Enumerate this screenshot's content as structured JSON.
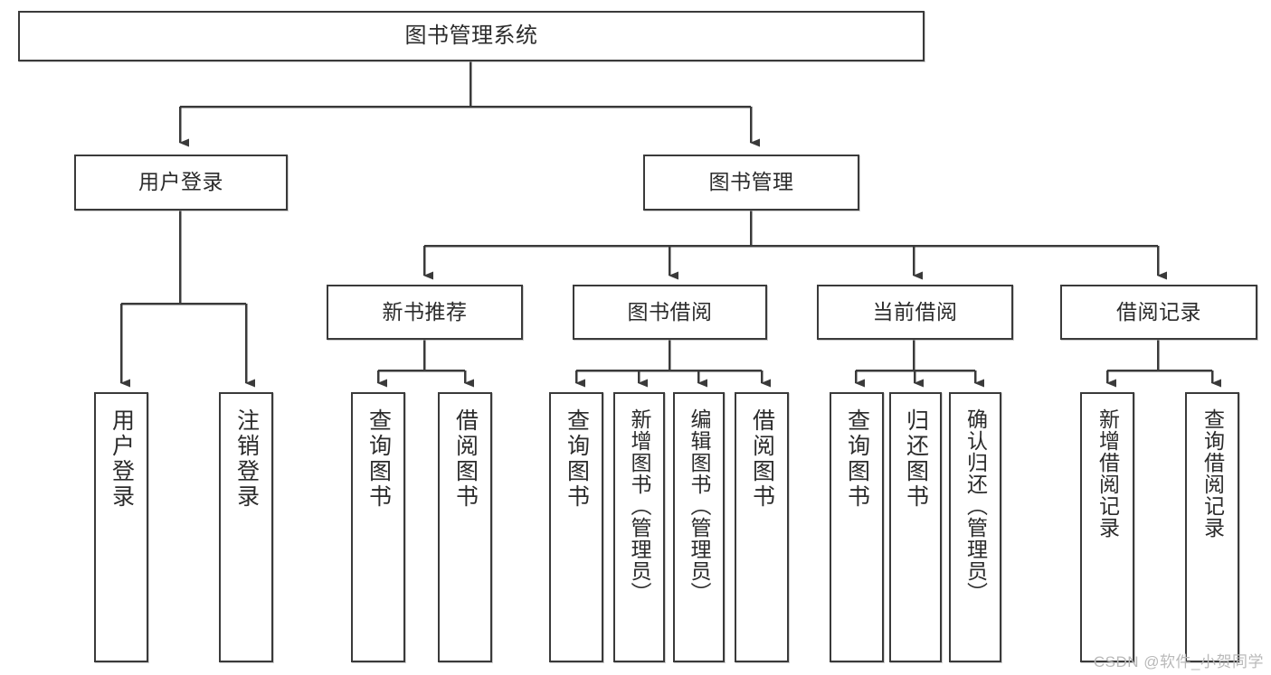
{
  "diagram": {
    "title": "图书管理系统",
    "watermark": "CSDN @软件_小贺同学",
    "line_color": "#3a3a3a",
    "text_color": "#2b2b2b",
    "background": "#ffffff",
    "root": {
      "label": "图书管理系统"
    },
    "level2": [
      {
        "label": "用户登录"
      },
      {
        "label": "图书管理"
      }
    ],
    "level3": [
      {
        "label": "新书推荐"
      },
      {
        "label": "图书借阅"
      },
      {
        "label": "当前借阅"
      },
      {
        "label": "借阅记录"
      }
    ],
    "leaves": {
      "user_login": [
        {
          "label": "用户登录"
        },
        {
          "label": "注销登录"
        }
      ],
      "new_book": [
        {
          "label": "查询图书"
        },
        {
          "label": "借阅图书"
        }
      ],
      "book_borrow": [
        {
          "label": "查询图书"
        },
        {
          "label": "新增图书（管理员）"
        },
        {
          "label": "编辑图书（管理员）"
        },
        {
          "label": "借阅图书"
        }
      ],
      "current_borrow": [
        {
          "label": "查询图书"
        },
        {
          "label": "归还图书"
        },
        {
          "label": "确认归还（管理员）"
        }
      ],
      "borrow_record": [
        {
          "label": "新增借阅记录"
        },
        {
          "label": "查询借阅记录"
        }
      ]
    }
  }
}
